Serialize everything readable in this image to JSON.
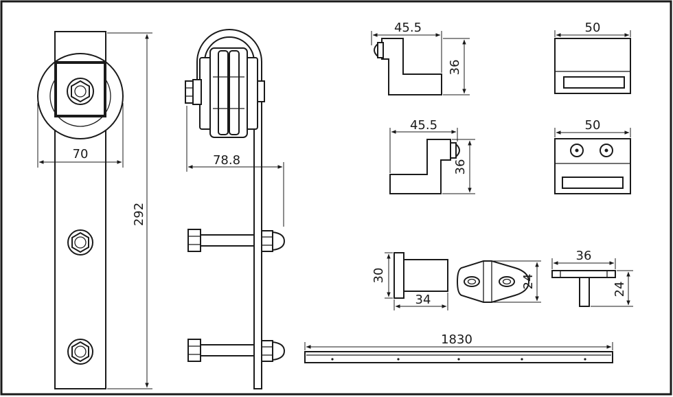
{
  "diagram": {
    "frame_color": "#1a1a1a",
    "dimensions": {
      "roller_width": "70",
      "rail_height": "292",
      "hanger_offset": "78.8",
      "stopper_a_width": "45.5",
      "stopper_a_height": "36",
      "stopper_b_width": "45.5",
      "stopper_b_height": "36",
      "anti_jump_a_width": "50",
      "anti_jump_b_width": "50",
      "guide_height": "30",
      "guide_width": "34",
      "floor_guide_height": "24",
      "t_guide_width": "36",
      "t_guide_height": "24",
      "track_length": "1830"
    }
  }
}
